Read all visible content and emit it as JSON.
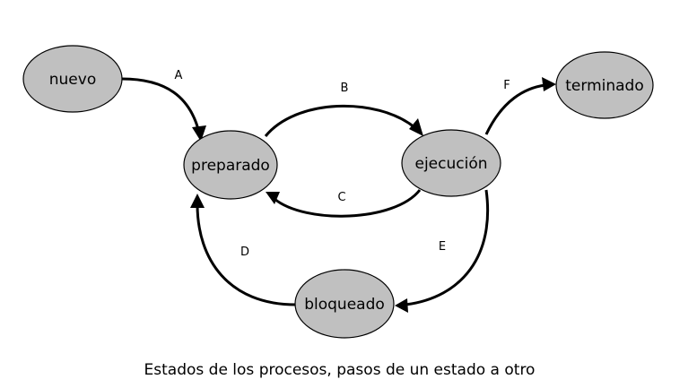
{
  "states": {
    "nuevo": "nuevo",
    "preparado": "preparado",
    "ejecucion": "ejecución",
    "terminado": "terminado",
    "bloqueado": "bloqueado"
  },
  "transitions": {
    "A": "A",
    "B": "B",
    "C": "C",
    "D": "D",
    "E": "E",
    "F": "F"
  },
  "caption": "Estados de los procesos, pasos de un estado a otro",
  "colors": {
    "state_fill": "#c0c0c0",
    "stroke": "#000000",
    "background": "#ffffff"
  }
}
